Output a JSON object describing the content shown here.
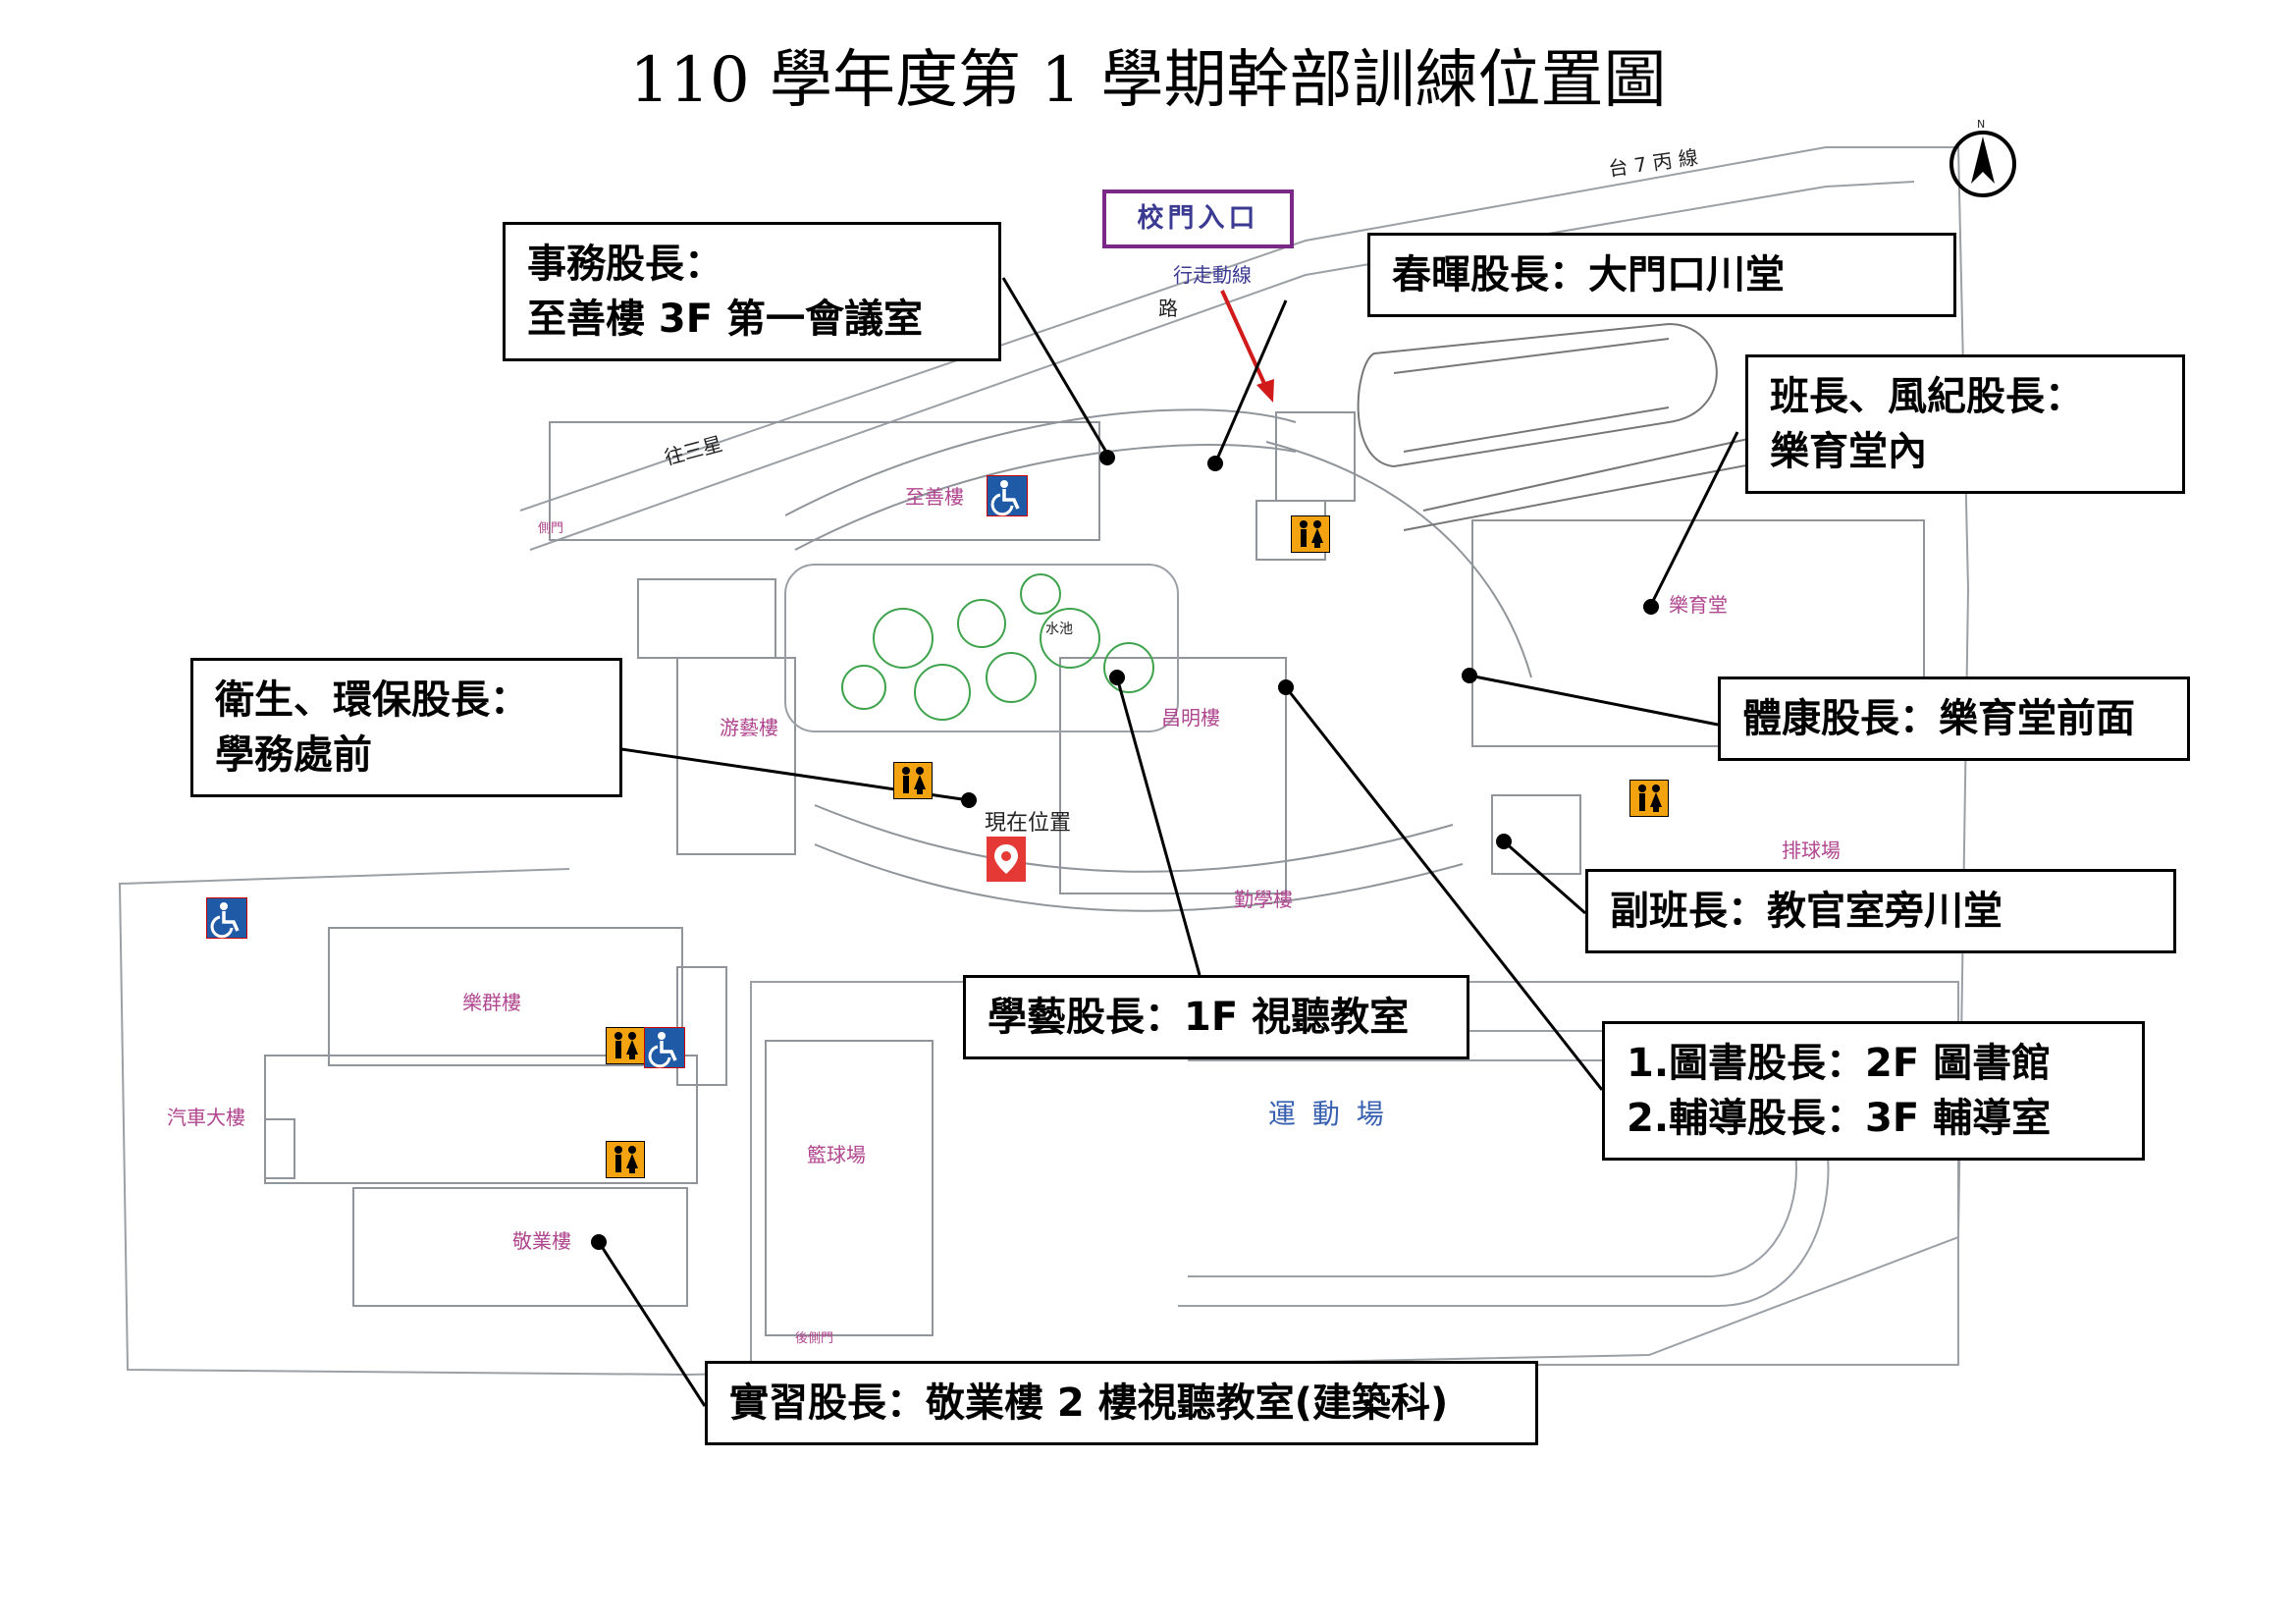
{
  "title": "110 學年度第 1 學期幹部訓練位置圖",
  "colors": {
    "outline": "#000000",
    "building": "#9aa0a6",
    "building_label": "#b0468f",
    "route_arrow": "#d11a1a",
    "gate_border": "#7a2a86",
    "pin": "#e53935",
    "restroom_bg": "#f2a30f",
    "accessible_bg": "#1f5aa6",
    "plants": "#3fa34d"
  },
  "gate": {
    "label": "校門入口",
    "route_label": "行走動線"
  },
  "current_location": {
    "label": "現在位置",
    "icon": "location-pin-icon"
  },
  "compass": {
    "north_label": "N",
    "icon": "north-arrow-icon"
  },
  "buildings": [
    {
      "key": "zhishan",
      "label": "至善樓"
    },
    {
      "key": "changming",
      "label": "昌明樓"
    },
    {
      "key": "youyi",
      "label": "游藝樓"
    },
    {
      "key": "qinxue",
      "label": "勤學樓"
    },
    {
      "key": "lequn",
      "label": "樂群樓"
    },
    {
      "key": "jingye",
      "label": "敬業樓"
    },
    {
      "key": "leyu",
      "label": "樂育堂"
    },
    {
      "key": "car",
      "label": "汽車大樓"
    },
    {
      "key": "basketball",
      "label": "籃球場"
    },
    {
      "key": "volleyball",
      "label": "排球場"
    },
    {
      "key": "field",
      "label": "運 動 場"
    },
    {
      "key": "pond",
      "label": "水池"
    }
  ],
  "roads": {
    "provincial": "台 7 丙 線",
    "road_char": "路",
    "wangsan": "往三星",
    "side_gate": "側門",
    "back_gate": "後側門"
  },
  "callouts": [
    {
      "key": "affairs",
      "lines": [
        "事務股長：",
        "至善樓 3F 第一會議室"
      ]
    },
    {
      "key": "chunhui",
      "lines": [
        "春暉股長：大門口川堂"
      ]
    },
    {
      "key": "monitor",
      "lines": [
        "班長、風紀股長：",
        "樂育堂內"
      ]
    },
    {
      "key": "health",
      "lines": [
        "衛生、環保股長：",
        "學務處前"
      ]
    },
    {
      "key": "pe",
      "lines": [
        "體康股長：樂育堂前面"
      ]
    },
    {
      "key": "vice",
      "lines": [
        "副班長：教官室旁川堂"
      ]
    },
    {
      "key": "arts",
      "lines": [
        "學藝股長：1F 視聽教室"
      ]
    },
    {
      "key": "library",
      "lines": [
        "1.圖書股長：2F 圖書館",
        "2.輔導股長：3F 輔導室"
      ]
    },
    {
      "key": "intern",
      "lines": [
        "實習股長：敬業樓 2 樓視聽教室(建築科)"
      ]
    }
  ]
}
